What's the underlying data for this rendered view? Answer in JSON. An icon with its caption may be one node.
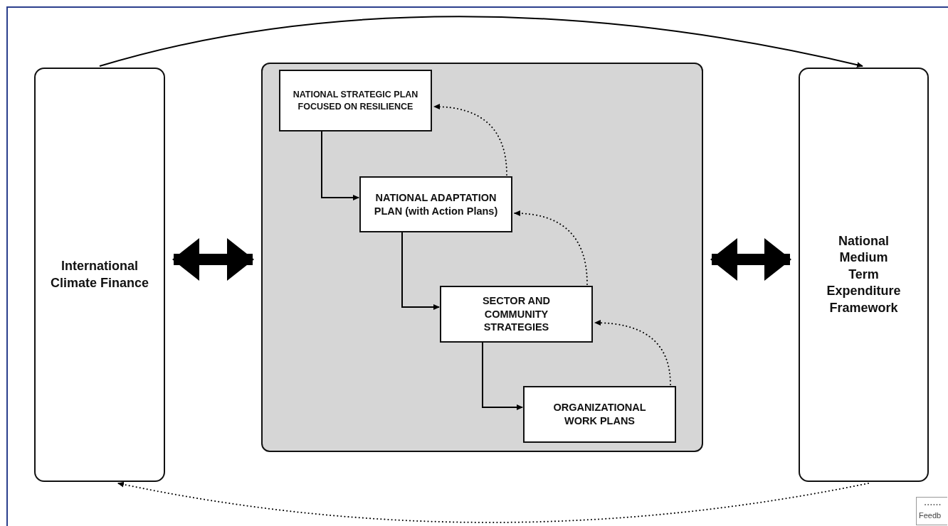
{
  "diagram": {
    "nodes": [
      {
        "text": [
          "International Climate Finance"
        ]
      },
      {
        "text": [],
        "shape": "box"
      },
      {
        "text": [
          "NATIONAL STRATEGIC PLAN FOCUSED ON RESILIENCE"
        ],
        "in": 1
      },
      {
        "text": [
          "NATIONAL ADAPTATION PLAN (with Action Plans)"
        ],
        "in": 1
      },
      {
        "text": [
          "SECTOR AND COMMUNITY STRATEGIES"
        ],
        "in": 1
      },
      {
        "text": [
          "ORGANIZATIONAL WORK PLANS"
        ],
        "in": 1
      },
      {
        "text": [
          "National Medium Term Expenditure Framework"
        ]
      }
    ],
    "edges": [
      {
        "from": 0,
        "to": 6,
        "arrow": "to"
      },
      {
        "from": 0,
        "to": 1,
        "arrow": "both",
        "style": "thick"
      },
      {
        "from": 1,
        "to": 6,
        "arrow": "both",
        "style": "thick"
      },
      {
        "from": 2,
        "to": 3,
        "arrow": "to"
      },
      {
        "from": 3,
        "to": 4,
        "arrow": "to"
      },
      {
        "from": 4,
        "to": 5,
        "arrow": "to"
      },
      {
        "from": 3,
        "to": 2,
        "arrow": "to",
        "style": "dashed"
      },
      {
        "from": 4,
        "to": 3,
        "arrow": "to",
        "style": "dashed"
      },
      {
        "from": 5,
        "to": 4,
        "arrow": "to",
        "style": "dashed"
      },
      {
        "from": 6,
        "to": 0,
        "arrow": "to",
        "style": "dashed"
      }
    ],
    "legend": [
      {
        "text": "Feedb"
      }
    ]
  }
}
